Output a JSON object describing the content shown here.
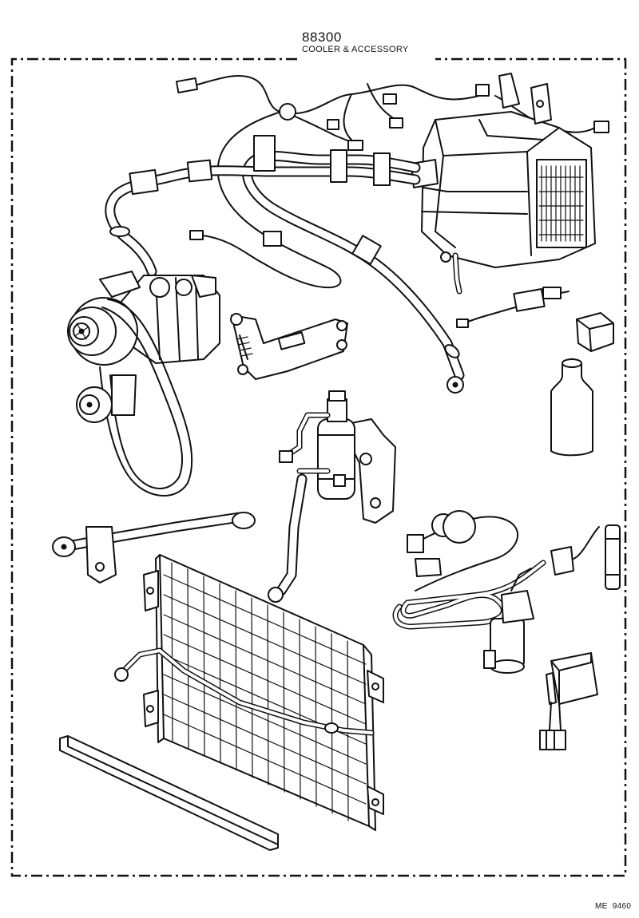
{
  "header": {
    "part_number": "88300",
    "title": "COOLER & ACCESSORY"
  },
  "footer": {
    "code": "ME  9460"
  },
  "colors": {
    "ink": "#111111",
    "paper": "#ffffff"
  }
}
